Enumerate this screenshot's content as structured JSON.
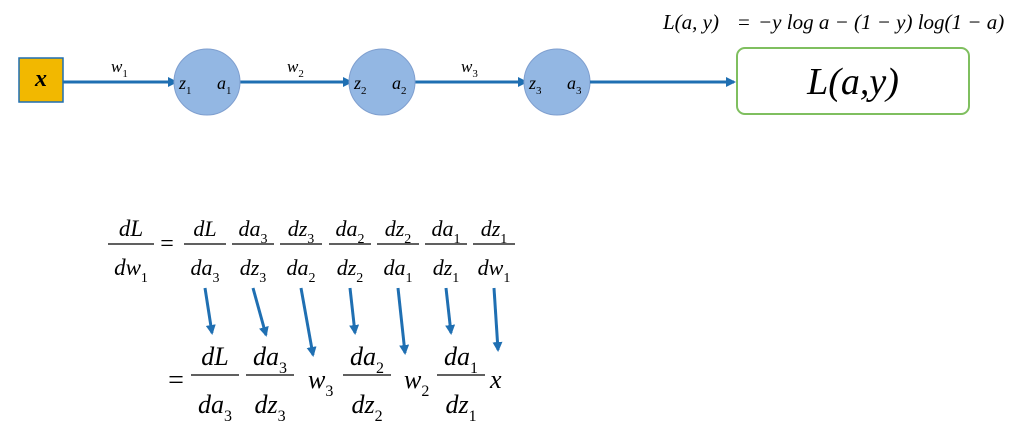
{
  "colors": {
    "arrow": "#1f6fb2",
    "node_fill": "#93b7e3",
    "node_stroke": "#7f9fcf",
    "input_fill": "#f2b800",
    "input_stroke": "#1f6fb2",
    "loss_box_stroke": "#7fbf5f"
  },
  "top_formula": {
    "lhs": "L(a, y)",
    "eq": "=",
    "rhs": "−y log a − (1 − y) log(1 − a)"
  },
  "input": {
    "label": "x"
  },
  "edges": [
    {
      "weight": "w",
      "sub": "1"
    },
    {
      "weight": "w",
      "sub": "2"
    },
    {
      "weight": "w",
      "sub": "3"
    }
  ],
  "nodes": [
    {
      "z": "z",
      "z_sub": "1",
      "a": "a",
      "a_sub": "1"
    },
    {
      "z": "z",
      "z_sub": "2",
      "a": "a",
      "a_sub": "2"
    },
    {
      "z": "z",
      "z_sub": "3",
      "a": "a",
      "a_sub": "3"
    }
  ],
  "loss_box": {
    "label": "L(a,y)"
  },
  "chain_rule": {
    "lhs": {
      "num": "dL",
      "den": "dw",
      "den_sub": "1"
    },
    "factors": [
      {
        "num": "dL",
        "num_sub": "",
        "den": "da",
        "den_sub": "3"
      },
      {
        "num": "da",
        "num_sub": "3",
        "den": "dz",
        "den_sub": "3"
      },
      {
        "num": "dz",
        "num_sub": "3",
        "den": "da",
        "den_sub": "2"
      },
      {
        "num": "da",
        "num_sub": "2",
        "den": "dz",
        "den_sub": "2"
      },
      {
        "num": "dz",
        "num_sub": "2",
        "den": "da",
        "den_sub": "1"
      },
      {
        "num": "da",
        "num_sub": "1",
        "den": "dz",
        "den_sub": "1"
      },
      {
        "num": "dz",
        "num_sub": "1",
        "den": "dw",
        "den_sub": "1"
      }
    ]
  },
  "simplified": {
    "eq": "=",
    "terms": [
      {
        "type": "frac",
        "num": "dL",
        "num_sub": "",
        "den": "da",
        "den_sub": "3"
      },
      {
        "type": "frac",
        "num": "da",
        "num_sub": "3",
        "den": "dz",
        "den_sub": "3"
      },
      {
        "type": "var",
        "base": "w",
        "sub": "3"
      },
      {
        "type": "frac",
        "num": "da",
        "num_sub": "2",
        "den": "dz",
        "den_sub": "2"
      },
      {
        "type": "var",
        "base": "w",
        "sub": "2"
      },
      {
        "type": "frac",
        "num": "da",
        "num_sub": "1",
        "den": "dz",
        "den_sub": "1"
      },
      {
        "type": "var",
        "base": "x",
        "sub": ""
      }
    ]
  }
}
